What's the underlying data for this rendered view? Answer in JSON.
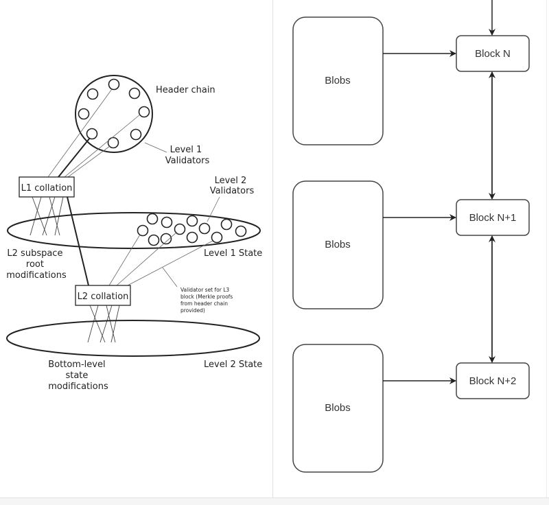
{
  "left_diagram": {
    "header_chain_label": "Header chain",
    "level1_validators_label": [
      "Level 1",
      "Validators"
    ],
    "level2_validators_label": [
      "Level 2",
      "Validators"
    ],
    "l1_collation_label": "L1 collation",
    "l2_collation_label": "L2 collation",
    "l2_subspace_label": [
      "L2 subspace",
      "root",
      "modifications"
    ],
    "level1_state_label": "Level 1 State",
    "validator_set_note": [
      "Validator set for L3",
      "block (Merkle proofs",
      "from header chain",
      "provided)"
    ],
    "bottom_level_label": [
      "Bottom-level",
      "state",
      "modifications"
    ],
    "level2_state_label": "Level 2 State"
  },
  "right_diagram": {
    "blobs": [
      {
        "label": "Blobs"
      },
      {
        "label": "Blobs"
      },
      {
        "label": "Blobs"
      }
    ],
    "blocks": [
      {
        "label": "Block N"
      },
      {
        "label": "Block N+1"
      },
      {
        "label": "Block N+2"
      }
    ]
  },
  "colors": {
    "stroke": "#222222",
    "right_stroke": "#444444",
    "divider": "#e2e2e2"
  }
}
